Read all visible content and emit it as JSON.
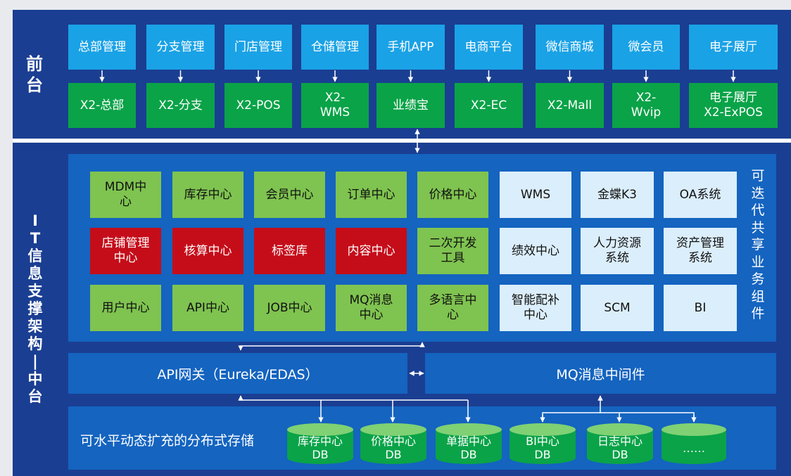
{
  "front": {
    "label": [
      "前",
      "台"
    ],
    "apps": [
      "总部管理",
      "分支管理",
      "门店管理",
      "仓储管理",
      "手机APP",
      "电商平台",
      "微信商城",
      "微会员",
      "电子展厅"
    ],
    "systems": [
      "X2-总部",
      "X2-分支",
      "X2-POS",
      "X2-\nWMS",
      "业绩宝",
      "X2-EC",
      "X2-Mall",
      "X2-\nWvip",
      "电子展厅\nX2-ExPOS"
    ]
  },
  "middle": {
    "label": [
      "I",
      "T",
      "信",
      "息",
      "支",
      "撑",
      "架",
      "构",
      "|",
      "中",
      "台"
    ],
    "shared_label": [
      "可",
      "迭",
      "代",
      "共",
      "享",
      "业",
      "务",
      "组",
      "件"
    ],
    "grid": [
      [
        "MDM中\n心",
        "库存中心",
        "会员中心",
        "订单中心",
        "价格中心",
        "WMS",
        "金蝶K3",
        "OA系统"
      ],
      [
        "店铺管理\n中心",
        "核算中心",
        "标签库",
        "内容中心",
        "二次开发\n工具",
        "绩效中心",
        "人力资源\n系统",
        "资产管理\n系统"
      ],
      [
        "用户中心",
        "API中心",
        "JOB中心",
        "MQ消息\n中心",
        "多语言中\n心",
        "智能配补\n中心",
        "SCM",
        "BI"
      ]
    ],
    "gateway": "API网关（Eureka/EDAS）",
    "mq": "MQ消息中间件",
    "storage_label": "可水平动态扩充的分布式存储",
    "dbs": [
      "库存中心\nDB",
      "价格中心\nDB",
      "单据中心\nDB",
      "BI中心\nDB",
      "日志中心\nDB",
      "……"
    ]
  },
  "colors": {
    "panel": "#1a3e92",
    "app": "#1aa2e6",
    "system": "#0aa348",
    "business": "#7fc350",
    "highlight": "#c50d1a",
    "third_party": "#dbeefb",
    "bar": "#1464c0"
  }
}
